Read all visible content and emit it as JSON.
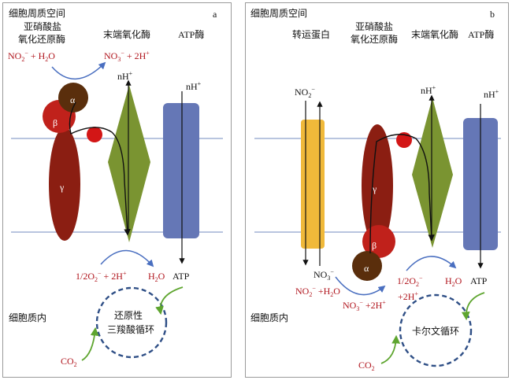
{
  "colors": {
    "membrane": "#8fa2cc",
    "nxr_alpha": "#5a2e0c",
    "nxr_beta": "#c0211b",
    "nxr_gamma": "#8b1e12",
    "oxidase": "#7a9431",
    "atpase": "#6577b6",
    "transporter": "#f0b93a",
    "heme": "#d31616",
    "red_text": "#b0141c",
    "blue_arrow": "#4a6fc0",
    "green_arrow": "#5ea52f",
    "cycle": "#2f4f86"
  },
  "panel_a": {
    "letter": "a",
    "periplasm": "细胞周质空间",
    "cytoplasm": "细胞质内",
    "nxr_line1": "亚硝酸盐",
    "nxr_line2": "氧化还原酶",
    "oxidase": "末端氧化酶",
    "atpase": "ATP酶",
    "no2_h2o": {
      "a": "NO",
      "b": "2",
      "c": "−",
      "d": " + H",
      "e": "2",
      "f": "O"
    },
    "no3_2h": {
      "a": "NO",
      "b": "3",
      "c": "−",
      "d": " + 2H",
      "e": "+"
    },
    "nh_oxidase": {
      "a": "nH",
      "b": "+"
    },
    "nh_atpase": {
      "a": "nH",
      "b": "+"
    },
    "alpha": "α",
    "beta": "β",
    "gamma": "γ",
    "o2_reaction": {
      "a": "1/2O",
      "b": "2",
      "c": "−",
      "d": " + 2H",
      "e": "+"
    },
    "h2o": {
      "a": "H",
      "b": "2",
      "c": "O"
    },
    "atp": "ATP",
    "cycle_line1": "还原性",
    "cycle_line2": "三羧酸循环",
    "co2": {
      "a": "CO",
      "b": "2"
    }
  },
  "panel_b": {
    "letter": "b",
    "periplasm": "细胞周质空间",
    "cytoplasm": "细胞质内",
    "transporter": "转运蛋白",
    "nxr_line1": "亚硝酸盐",
    "nxr_line2": "氧化还原酶",
    "oxidase": "末端氧化酶",
    "atpase": "ATP酶",
    "no2_top": {
      "a": "NO",
      "b": "2",
      "c": "−"
    },
    "nh_oxidase": {
      "a": "nH",
      "b": "+"
    },
    "nh_atpase": {
      "a": "nH",
      "b": "+"
    },
    "no3_bottom": {
      "a": "NO",
      "b": "3",
      "c": "−"
    },
    "alpha": "α",
    "beta": "β",
    "gamma": "γ",
    "no2_h2o": {
      "a": "NO",
      "b": "2",
      "c": "−",
      "d": " +H",
      "e": "2",
      "f": "O"
    },
    "no3_2h": {
      "a": "NO",
      "b": "3",
      "c": "−",
      "d": " +2H",
      "e": "+"
    },
    "o2_line1": {
      "a": "1/2O",
      "b": "2",
      "c": "−"
    },
    "o2_line2": {
      "a": "+2H",
      "b": "+"
    },
    "h2o": {
      "a": "H",
      "b": "2",
      "c": "O"
    },
    "atp": "ATP",
    "cycle": "卡尔文循环",
    "co2": {
      "a": "CO",
      "b": "2"
    }
  }
}
